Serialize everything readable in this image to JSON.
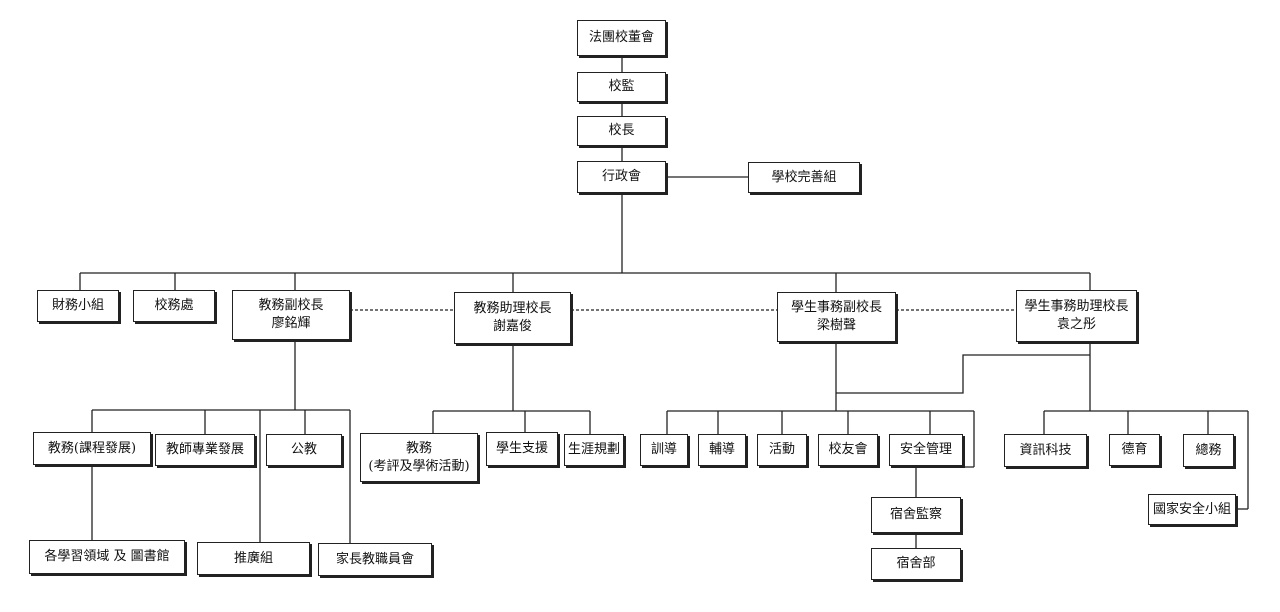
{
  "nodes": {
    "board": "法團校董會",
    "supervisor": "校監",
    "principal": "校長",
    "admin_council": "行政會",
    "school_improvement": "學校完善組",
    "finance_group": "財務小組",
    "school_affairs": "校務處",
    "academic_vp": {
      "title": "教務副校長",
      "name": "廖銘輝"
    },
    "academic_ap": {
      "title": "教務助理校長",
      "name": "謝嘉俊"
    },
    "student_vp": {
      "title": "學生事務副校長",
      "name": "梁樹聲"
    },
    "student_ap": {
      "title": "學生事務助理校長",
      "name": "袁之彤"
    },
    "curriculum": "教務(課程發展)",
    "teacher_dev": "教師專業發展",
    "civic_ed": "公教",
    "assessment": {
      "title": "教務",
      "sub": "(考評及學術活動)"
    },
    "student_support": "學生支援",
    "career": "生涯規劃",
    "discipline": "訓導",
    "counselling": "輔導",
    "activities": "活動",
    "alumni": "校友會",
    "safety": "安全管理",
    "it": "資訊科技",
    "moral": "德育",
    "general_affairs": "總務",
    "national_security": "國家安全小組",
    "klas_library": "各學習領域 及 圖書館",
    "promotion": "推廣組",
    "pta": "家長教職員會",
    "hostel_supervisor": "宿舍監察",
    "hostel": "宿舍部"
  }
}
